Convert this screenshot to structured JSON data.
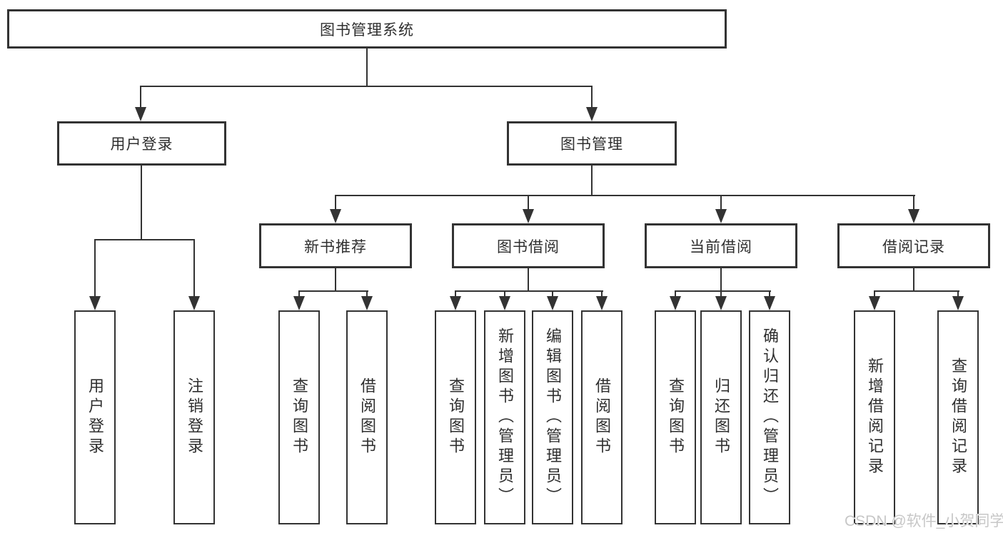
{
  "root": {
    "label": "图书管理系统"
  },
  "level2": [
    {
      "label": "用户登录"
    },
    {
      "label": "图书管理"
    }
  ],
  "level3": [
    {
      "label": "新书推荐"
    },
    {
      "label": "图书借阅"
    },
    {
      "label": "当前借阅"
    },
    {
      "label": "借阅记录"
    }
  ],
  "leaves": {
    "user_login": [
      {
        "label": "用户登录"
      },
      {
        "label": "注销登录"
      }
    ],
    "new_books": [
      {
        "label": "查询图书"
      },
      {
        "label": "借阅图书"
      }
    ],
    "book_borrow": [
      {
        "label": "查询图书"
      },
      {
        "label": "新增图书（管理员）"
      },
      {
        "label": "编辑图书（管理员）"
      },
      {
        "label": "借阅图书"
      }
    ],
    "current_borrow": [
      {
        "label": "查询图书"
      },
      {
        "label": "归还图书"
      },
      {
        "label": "确认归还（管理员）"
      }
    ],
    "borrow_records": [
      {
        "label": "新增借阅记录"
      },
      {
        "label": "查询借阅记录"
      }
    ]
  },
  "watermark": "CSDN @软件_小贺同学",
  "colors": {
    "line": "#333333",
    "text": "#2f2f2f",
    "background": "#ffffff",
    "watermark": "#c7c7c7"
  }
}
